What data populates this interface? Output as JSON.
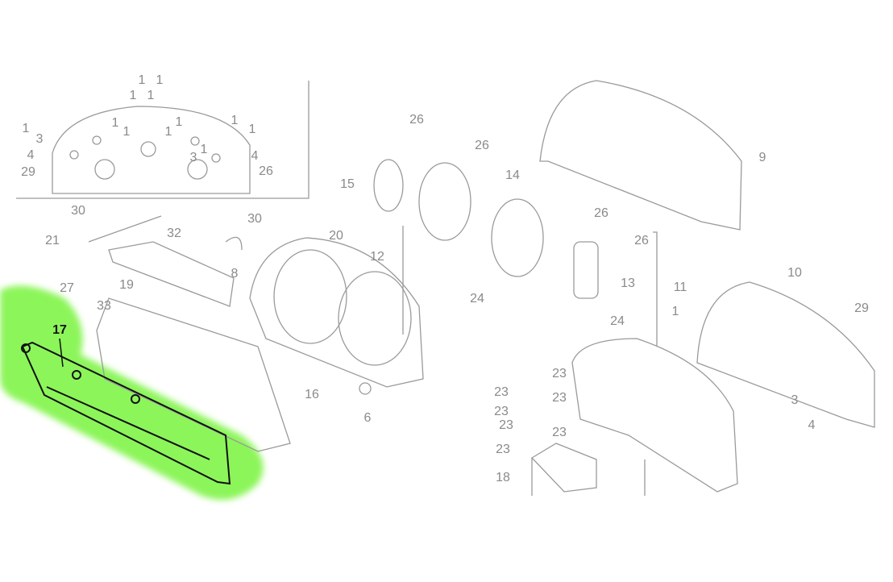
{
  "diagram": {
    "title_part": "17",
    "highlight_color": "#8cf55a",
    "line_color": "#9a9a9a",
    "callouts": [
      "1",
      "1",
      "1",
      "1",
      "1",
      "1",
      "1",
      "1",
      "1",
      "1",
      "1",
      "1",
      "3",
      "4",
      "29",
      "3",
      "4",
      "26",
      "26",
      "26",
      "15",
      "14",
      "9",
      "30",
      "32",
      "30",
      "21",
      "20",
      "12",
      "26",
      "26",
      "8",
      "27",
      "19",
      "13",
      "11",
      "33",
      "24",
      "24",
      "10",
      "29",
      "17",
      "1",
      "16",
      "23",
      "23",
      "23",
      "23",
      "23",
      "23",
      "23",
      "3",
      "6",
      "4",
      "18"
    ]
  }
}
